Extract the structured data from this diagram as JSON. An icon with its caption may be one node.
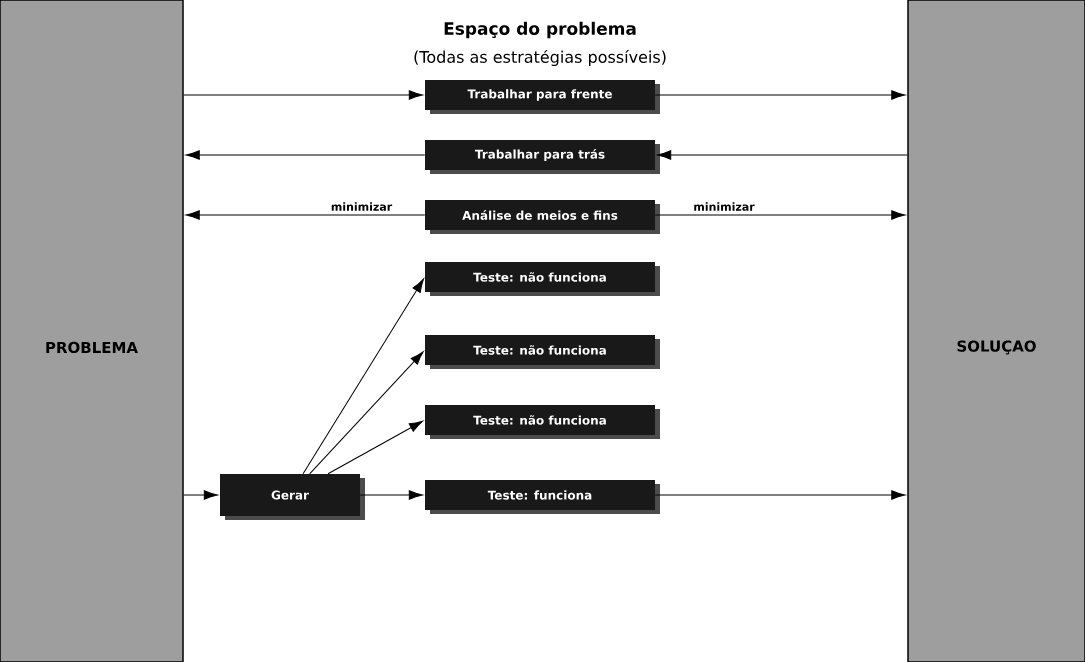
{
  "diagram": {
    "title": "Espaço do problema",
    "nodes": [
      {
        "text": [
          "PROBLEMA"
        ]
      },
      {
        "text": [
          "SOLUÇAO"
        ]
      },
      {
        "text": [
          "Trabalhar para frente"
        ]
      },
      {
        "text": [
          "Trabalhar para trás"
        ]
      },
      {
        "text": [
          "Análise de meios e fins"
        ]
      },
      {
        "text": [
          "Teste: não funciona"
        ]
      },
      {
        "text": [
          "Teste: não funciona"
        ]
      },
      {
        "text": [
          "Teste: não funciona"
        ]
      },
      {
        "text": [
          "Teste: funciona"
        ]
      },
      {
        "text": [
          "Gerar"
        ]
      }
    ],
    "edges": [
      {
        "from": 0,
        "to": 2,
        "arrow": "to"
      },
      {
        "from": 2,
        "to": 1,
        "arrow": "to"
      },
      {
        "from": 1,
        "to": 3,
        "arrow": "to"
      },
      {
        "from": 3,
        "to": 0,
        "arrow": "to"
      },
      {
        "from": 4,
        "to": 0,
        "arrow": "to",
        "label": "minimizar"
      },
      {
        "from": 4,
        "to": 1,
        "arrow": "to",
        "label": "minimizar"
      },
      {
        "from": 0,
        "to": 9,
        "arrow": "to"
      },
      {
        "from": 9,
        "to": 5,
        "arrow": "to"
      },
      {
        "from": 9,
        "to": 6,
        "arrow": "to"
      },
      {
        "from": 9,
        "to": 7,
        "arrow": "to"
      },
      {
        "from": 9,
        "to": 8,
        "arrow": "to"
      },
      {
        "from": 8,
        "to": 1,
        "arrow": "to"
      }
    ],
    "labels": [
      "(Todas as estratégias possíveis)"
    ]
  }
}
